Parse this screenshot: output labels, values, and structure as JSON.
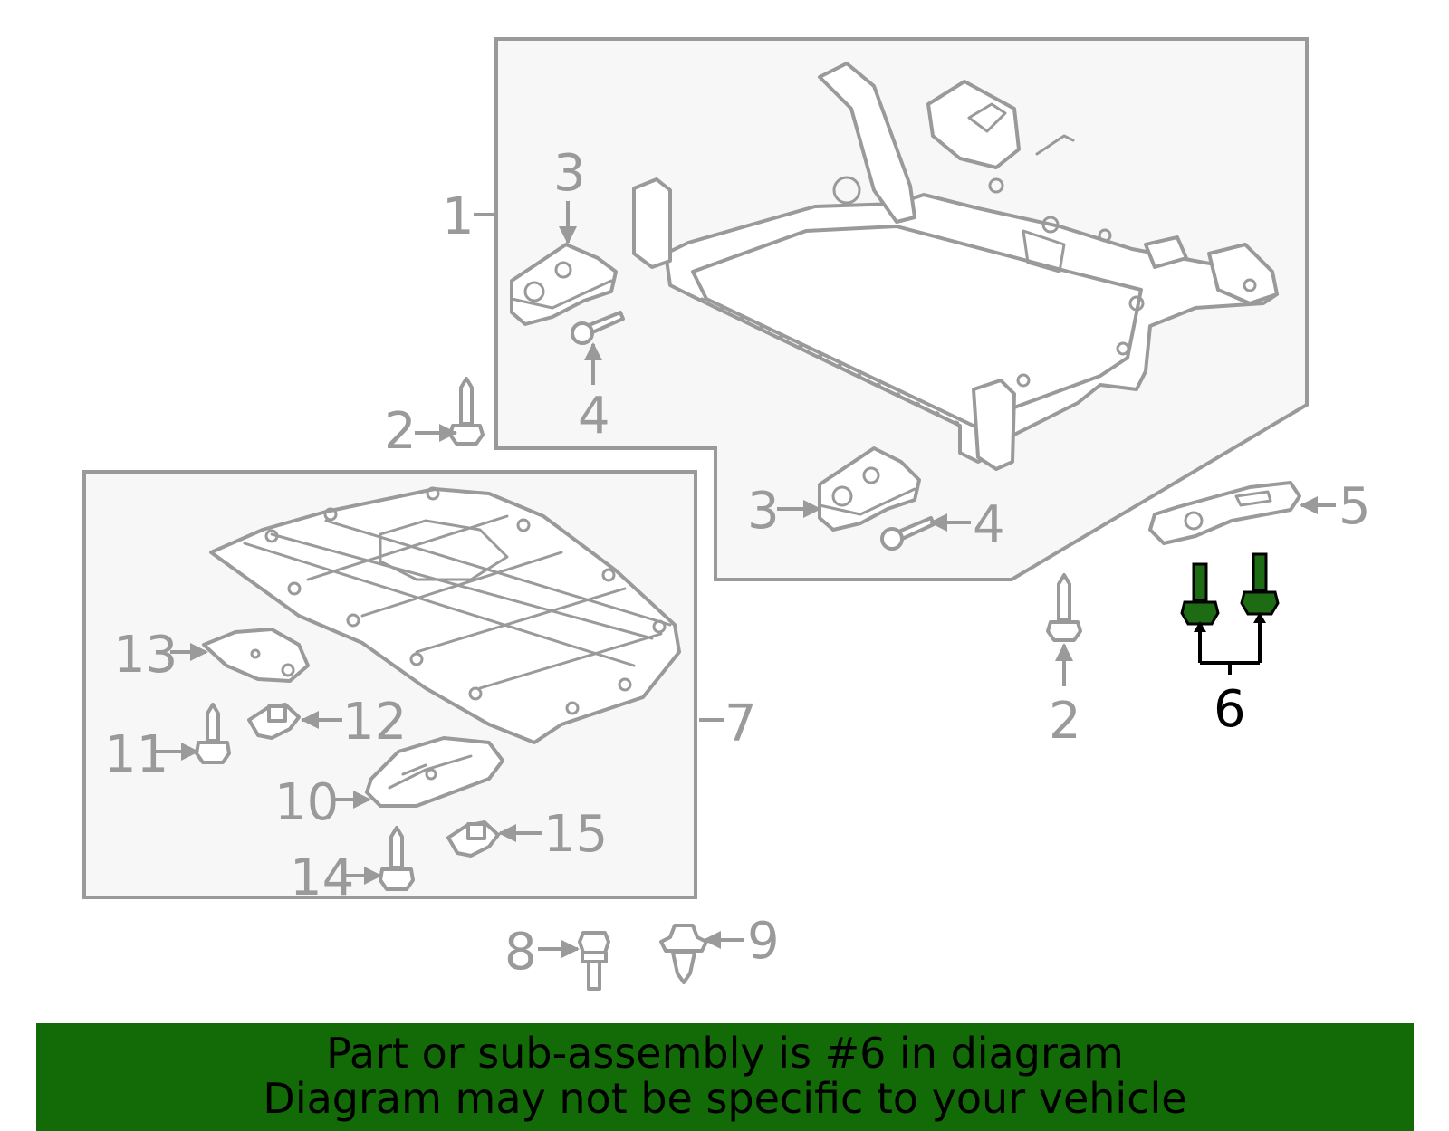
{
  "colors": {
    "line_gray": "#9a9a9a",
    "panel_fill": "#f7f7f7",
    "highlight_green": "#1d6b12",
    "banner_green": "#136b08",
    "text_black": "#000000"
  },
  "callouts": {
    "p1": "1",
    "p2a": "2",
    "p2b": "2",
    "p3a": "3",
    "p3b": "3",
    "p4a": "4",
    "p4b": "4",
    "p5": "5",
    "p6": "6",
    "p7": "7",
    "p8": "8",
    "p9": "9",
    "p10": "10",
    "p11": "11",
    "p12": "12",
    "p13": "13",
    "p14": "14",
    "p15": "15"
  },
  "highlighted_part": "6",
  "banner": {
    "line1": "Part or sub-assembly is #6 in diagram",
    "line2": "Diagram may not be specific to your vehicle"
  }
}
